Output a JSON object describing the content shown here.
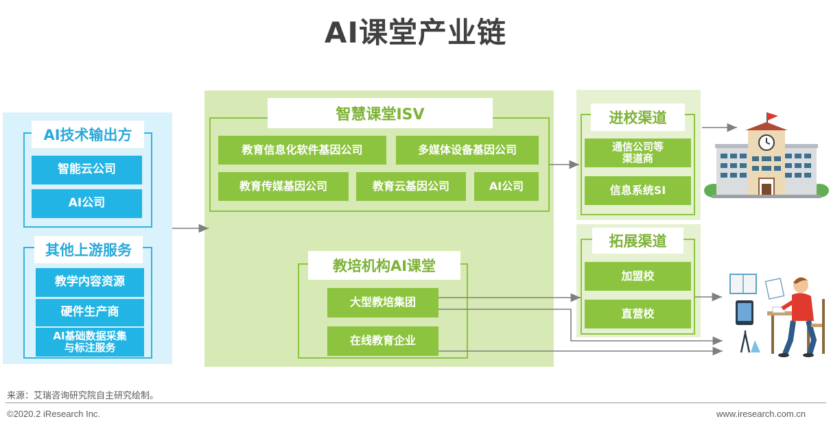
{
  "title": "AI课堂产业链",
  "left": {
    "group1": {
      "header": "AI技术输出方",
      "items": [
        "智能云公司",
        "AI公司"
      ]
    },
    "group2": {
      "header": "其他上游服务",
      "items": [
        "教学内容资源",
        "硬件生产商",
        "AI基础数据采集\n与标注服务"
      ]
    }
  },
  "middle": {
    "isv": {
      "header": "智慧课堂ISV",
      "items": [
        "教育信息化软件基因公司",
        "多媒体设备基因公司",
        "教育传媒基因公司",
        "教育云基因公司",
        "AI公司"
      ]
    },
    "training": {
      "header": "教培机构AI课堂",
      "items": [
        "大型教培集团",
        "在线教育企业"
      ]
    }
  },
  "right": {
    "school": {
      "header": "进校渠道",
      "items": [
        "通信公司等\n渠道商",
        "信息系统SI"
      ]
    },
    "expand": {
      "header": "拓展渠道",
      "items": [
        "加盟校",
        "直营校"
      ]
    }
  },
  "footer": {
    "source": "来源：艾瑞咨询研究院自主研究绘制。",
    "copyright": "©2020.2 iResearch Inc.",
    "website": "www.iresearch.com.cn"
  },
  "colors": {
    "blue": "#22b4e5",
    "green": "#8cc43f",
    "title": "#404040"
  },
  "icons": [
    "school-building-icon",
    "student-at-desk-icon"
  ]
}
